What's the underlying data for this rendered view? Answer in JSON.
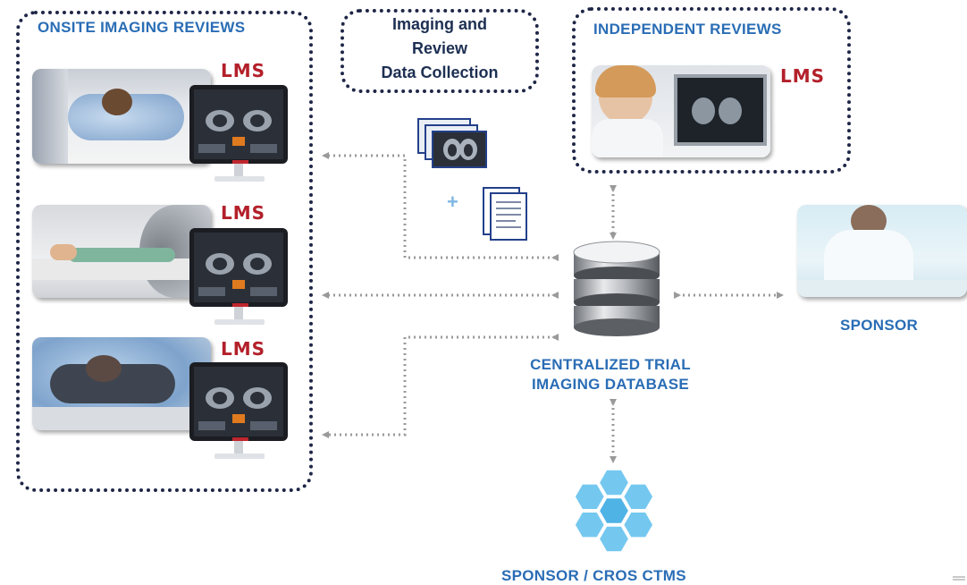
{
  "onsite": {
    "title": "ONSITE IMAGING REVIEWS",
    "brand": "LMS"
  },
  "data_collection": {
    "line1": "Imaging and",
    "line2": "Review",
    "line3": "Data Collection"
  },
  "independent": {
    "title": "INDEPENDENT REVIEWS",
    "brand": "LMS"
  },
  "database": {
    "line1": "CENTRALIZED TRIAL",
    "line2": "IMAGING DATABASE"
  },
  "sponsor": {
    "label": "SPONSOR"
  },
  "ctms": {
    "label": "SPONSOR / CROS  CTMS"
  },
  "plus_sign": "+",
  "colors": {
    "accent_blue": "#2a6db5",
    "border_dark": "#1f2747",
    "lms_red": "#b3202a",
    "arrow_grey": "#9a9a9a"
  }
}
